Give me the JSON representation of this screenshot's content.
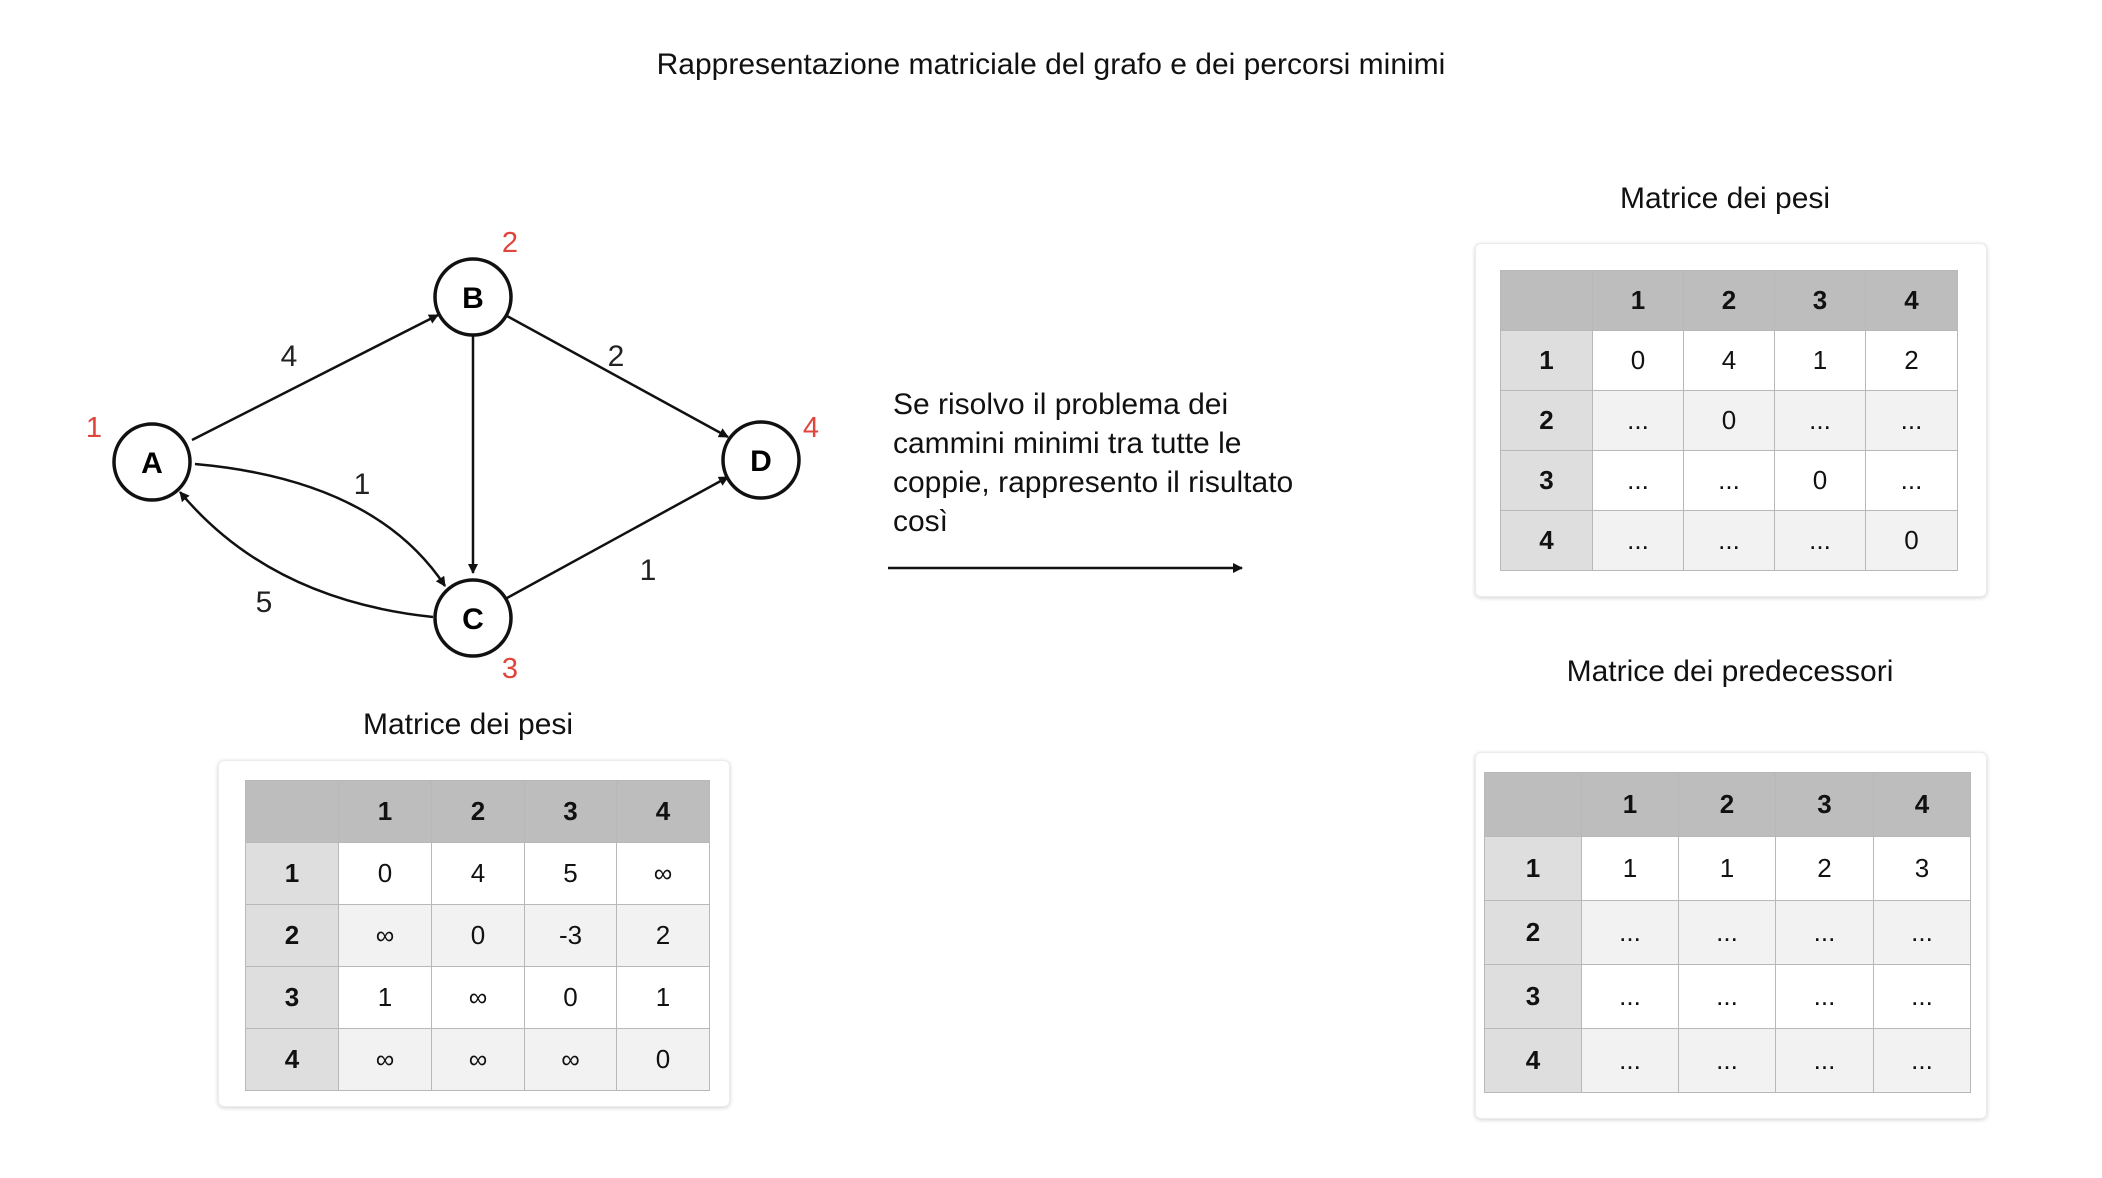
{
  "title": "Rappresentazione matriciale del grafo e dei percorsi minimi",
  "graph": {
    "nodes": [
      {
        "label": "A",
        "index": "1"
      },
      {
        "label": "B",
        "index": "2"
      },
      {
        "label": "C",
        "index": "3"
      },
      {
        "label": "D",
        "index": "4"
      }
    ],
    "edges": [
      {
        "from": "A",
        "to": "B",
        "weight": "4"
      },
      {
        "from": "A",
        "to": "C",
        "weight": "1"
      },
      {
        "from": "C",
        "to": "A",
        "weight": "5"
      },
      {
        "from": "B",
        "to": "C",
        "weight": ""
      },
      {
        "from": "B",
        "to": "D",
        "weight": "2"
      },
      {
        "from": "C",
        "to": "D",
        "weight": "1"
      }
    ]
  },
  "explanation": "Se risolvo il problema dei cammini minimi tra tutte le coppie, rappresento il risultato così",
  "left_matrix": {
    "caption": "Matrice dei pesi",
    "headers": [
      "1",
      "2",
      "3",
      "4"
    ],
    "rows": [
      {
        "label": "1",
        "cells": [
          "0",
          "4",
          "5",
          "∞"
        ]
      },
      {
        "label": "2",
        "cells": [
          "∞",
          "0",
          "-3",
          "2"
        ]
      },
      {
        "label": "3",
        "cells": [
          "1",
          "∞",
          "0",
          "1"
        ]
      },
      {
        "label": "4",
        "cells": [
          "∞",
          "∞",
          "∞",
          "0"
        ]
      }
    ]
  },
  "right_weights": {
    "caption": "Matrice dei pesi",
    "headers": [
      "1",
      "2",
      "3",
      "4"
    ],
    "rows": [
      {
        "label": "1",
        "cells": [
          "0",
          "4",
          "1",
          "2"
        ]
      },
      {
        "label": "2",
        "cells": [
          "...",
          "0",
          "...",
          "..."
        ]
      },
      {
        "label": "3",
        "cells": [
          "...",
          "...",
          "0",
          "..."
        ]
      },
      {
        "label": "4",
        "cells": [
          "...",
          "...",
          "...",
          "0"
        ]
      }
    ]
  },
  "right_predecessors": {
    "caption": "Matrice dei predecessori",
    "headers": [
      "1",
      "2",
      "3",
      "4"
    ],
    "rows": [
      {
        "label": "1",
        "cells": [
          "1",
          "1",
          "2",
          "3"
        ]
      },
      {
        "label": "2",
        "cells": [
          "...",
          "...",
          "...",
          "..."
        ]
      },
      {
        "label": "3",
        "cells": [
          "...",
          "...",
          "...",
          "..."
        ]
      },
      {
        "label": "4",
        "cells": [
          "...",
          "...",
          "...",
          "..."
        ]
      }
    ]
  },
  "colors": {
    "index_label": "#e0443a",
    "header_bg": "#bdbdbd",
    "row_header_bg": "#dedede"
  }
}
